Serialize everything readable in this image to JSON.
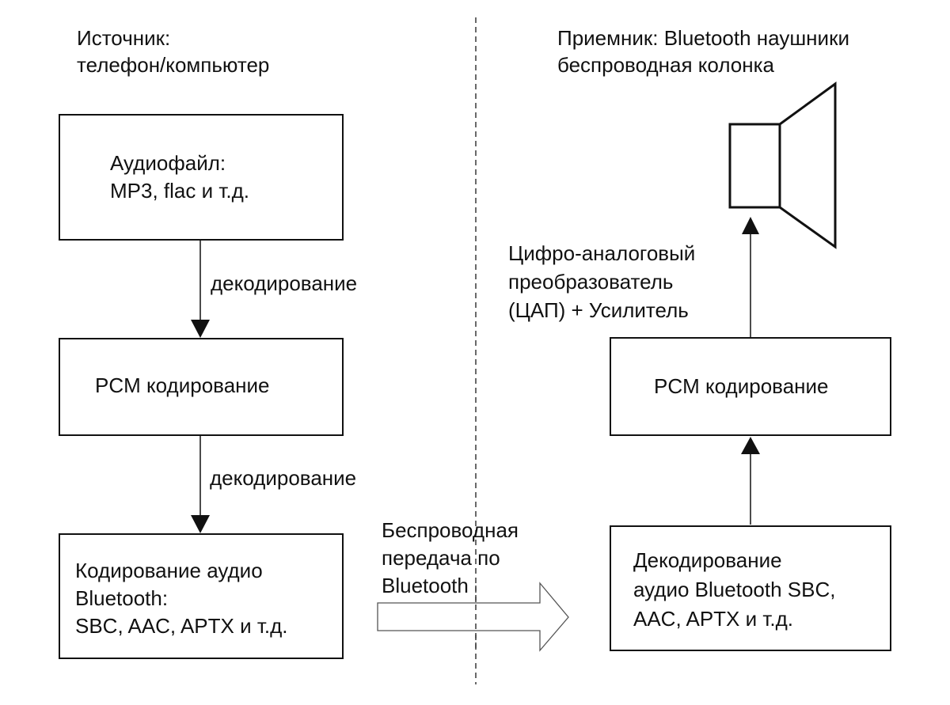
{
  "source": {
    "heading_line1": "Источник:",
    "heading_line2": "телефон/компьютер",
    "boxes": [
      {
        "lines": [
          "Аудиофайл:",
          "MP3, flac и т.д."
        ]
      },
      {
        "lines": [
          "PCM кодирование"
        ]
      },
      {
        "lines": [
          "Кодирование аудио",
          "Bluetooth:",
          "SBC, AAC, APTX и т.д."
        ]
      }
    ],
    "arrow_labels": [
      "декодирование",
      "декодирование"
    ]
  },
  "transfer": {
    "lines": [
      "Беспроводная",
      "передача по",
      "Bluetooth"
    ]
  },
  "receiver": {
    "heading_line1": "Приемник: Bluetooth наушники",
    "heading_line2": "беспроводная колонка",
    "boxes": [
      {
        "lines": [
          "PCM кодирование"
        ]
      },
      {
        "lines": [
          "Декодирование",
          "аудио Bluetooth SBC,",
          "AAC, APTX и т.д."
        ]
      }
    ],
    "dac_label": [
      "Цифро-аналоговый",
      "преобразователь",
      "(ЦАП) + Усилитель"
    ],
    "output_icon": "speaker-icon"
  },
  "colors": {
    "stroke": "#111111",
    "divider": "#444444",
    "background": "#ffffff"
  }
}
